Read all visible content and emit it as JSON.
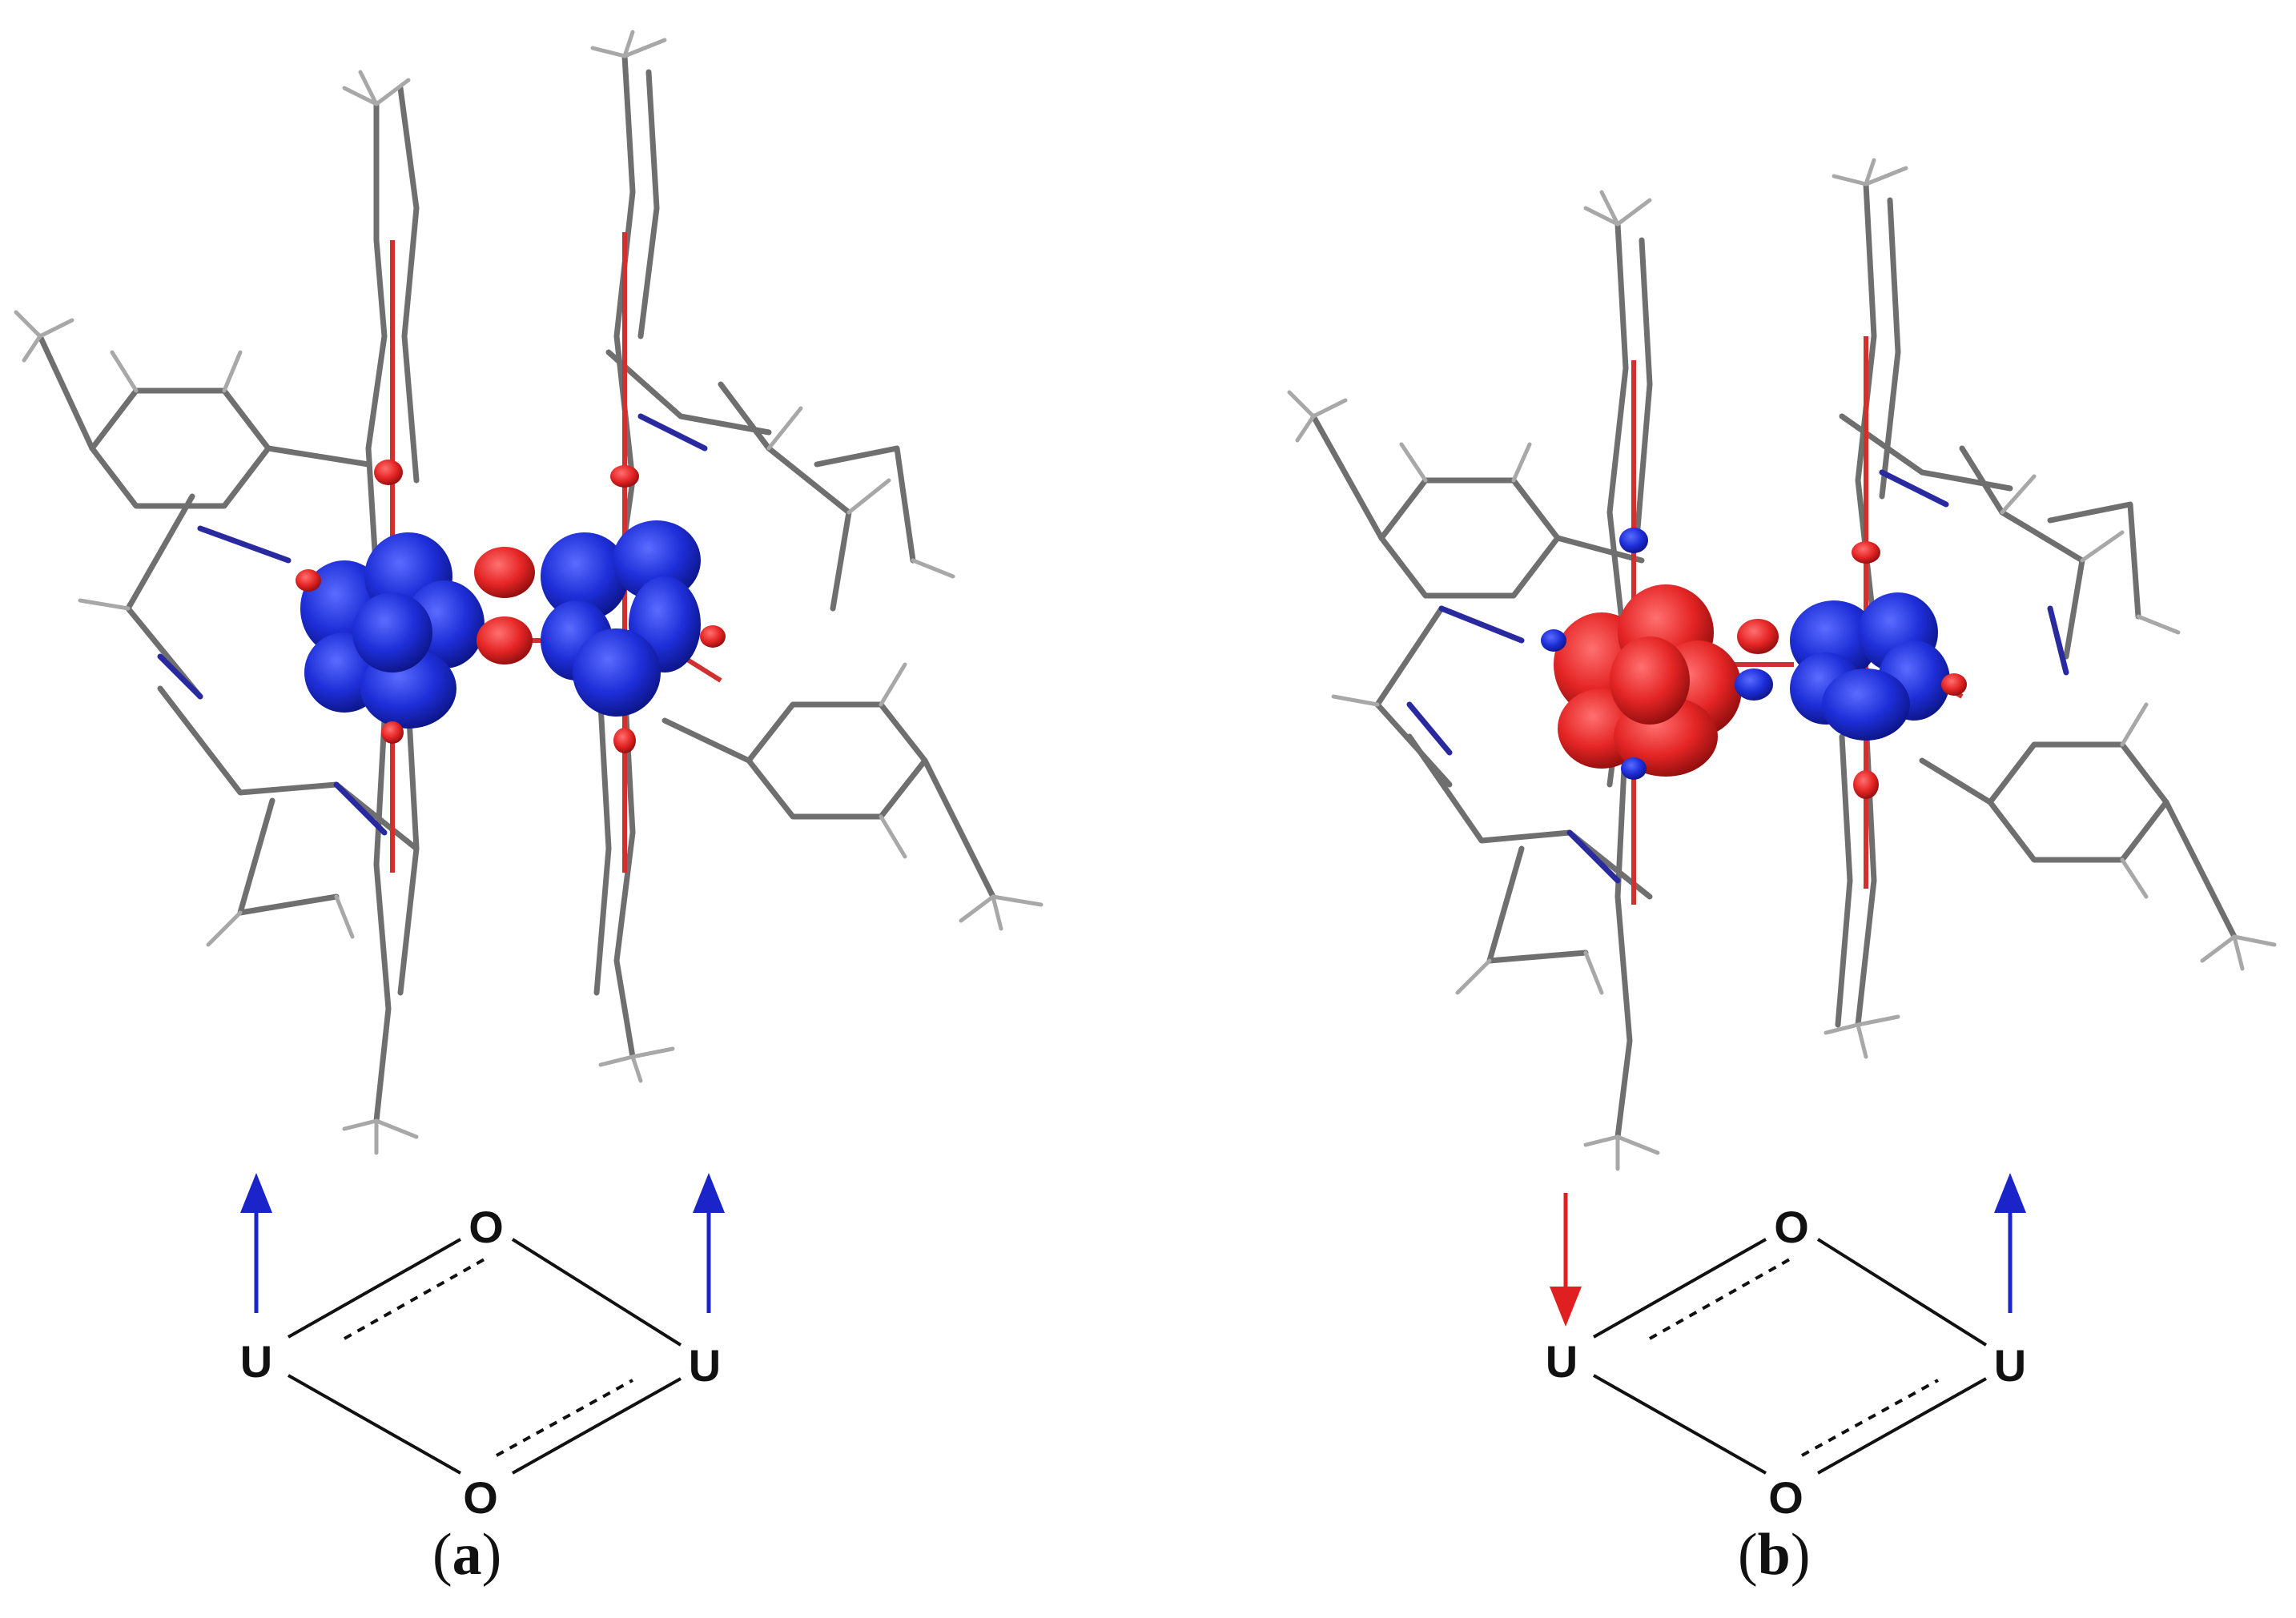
{
  "panels": [
    {
      "label_open": "(",
      "label_letter": "a",
      "label_close": ")",
      "spin_left": "up",
      "spin_right": "up",
      "spin_density_left": "blue",
      "spin_density_right": "blue",
      "diagram": {
        "u_left": "U",
        "u_right": "U",
        "o_top": "O",
        "o_bottom": "O"
      }
    },
    {
      "label_open": "(",
      "label_letter": "b",
      "label_close": ")",
      "spin_left": "down",
      "spin_right": "up",
      "spin_density_left": "red",
      "spin_density_right": "blue",
      "diagram": {
        "u_left": "U",
        "u_right": "U",
        "o_top": "O",
        "o_bottom": "O"
      }
    }
  ],
  "colors": {
    "spin_up": "#1a24c8",
    "spin_down": "#e02020",
    "bond_gray": "#6a6a6a",
    "bond_nitrogen": "#2a2aa0",
    "bond_oxygen": "#d03030",
    "hydrogen": "#9a9a9a"
  }
}
